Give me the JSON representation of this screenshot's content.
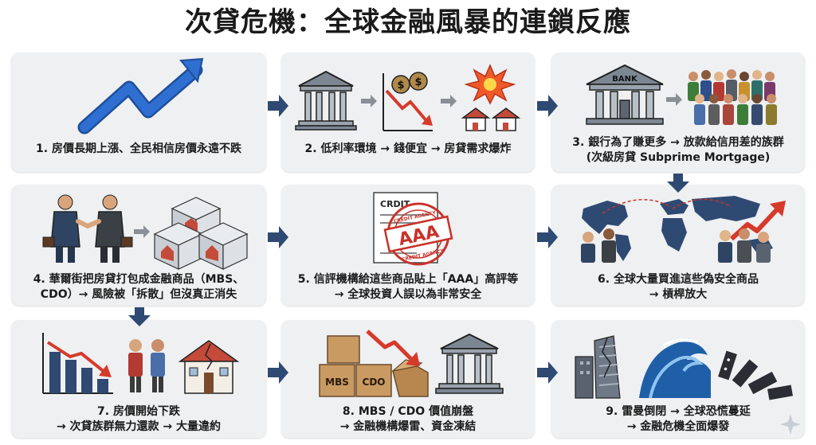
{
  "title": "次貸危機：全球金融風暴的連鎖反應",
  "colors": {
    "card_bg": "#eef0f2",
    "flow_arrow": "#2e4a72",
    "trend_blue": "#2f6fd1",
    "red": "#d63a2a",
    "gray_arrow": "#8a8f96"
  },
  "steps": [
    {
      "line1": "1. 房價長期上漲、全民相信房價永遠不跌",
      "line2": ""
    },
    {
      "line1": "2. 低利率環境 → 錢便宜 → 房貸需求爆炸",
      "line2": ""
    },
    {
      "line1": "3. 銀行為了賺更多 → 放款給信用差的族群",
      "line2": "(次級房貸 Subprime Mortgage)",
      "bank_label": "BANK"
    },
    {
      "line1": "4. 華爾街把房貸打包成金融商品（MBS、",
      "line2": "CDO）→ 風險被「拆散」但沒真正消失"
    },
    {
      "line1": "5. 信評機構給這些商品貼上「AAA」高評等",
      "line2": "→ 全球投資人誤以為非常安全",
      "doc_label": "CRDIT",
      "stamp_text": "AAA",
      "stamp_ring": "CREDIT AGENCY"
    },
    {
      "line1": "6. 全球大量買進這些偽安全商品",
      "line2": "→ 槓桿放大"
    },
    {
      "line1": "7. 房價開始下跌",
      "line2": "→ 次貸族群無力還款 → 大量違約"
    },
    {
      "line1": "8. MBS / CDO 價值崩盤",
      "line2": "→ 金融機構爆雷、資金凍結",
      "box_label_1": "MBS",
      "box_label_2": "CDO"
    },
    {
      "line1": "9. 雷曼倒閉 → 全球恐慌蔓延",
      "line2": "→ 金融危機全面爆發"
    }
  ]
}
